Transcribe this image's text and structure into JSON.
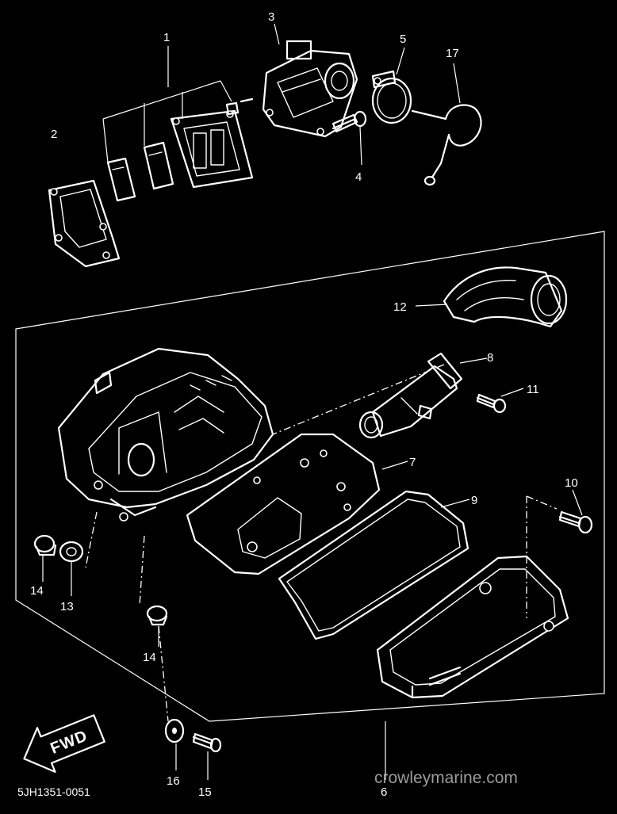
{
  "callouts": {
    "c1": "1",
    "c2": "2",
    "c3": "3",
    "c4": "4",
    "c5": "5",
    "c6": "6",
    "c7": "7",
    "c8": "8",
    "c9": "9",
    "c10": "10",
    "c11": "11",
    "c12": "12",
    "c13": "13",
    "c14a": "14",
    "c14b": "14",
    "c15": "15",
    "c16": "16",
    "c17": "17"
  },
  "direction_label": "FWD",
  "drawing_code": "5JH1351-0051",
  "watermark": "crowleymarine.com",
  "colors": {
    "background": "#000000",
    "lineart": "#ffffff",
    "watermark": "#9a9a9a"
  }
}
